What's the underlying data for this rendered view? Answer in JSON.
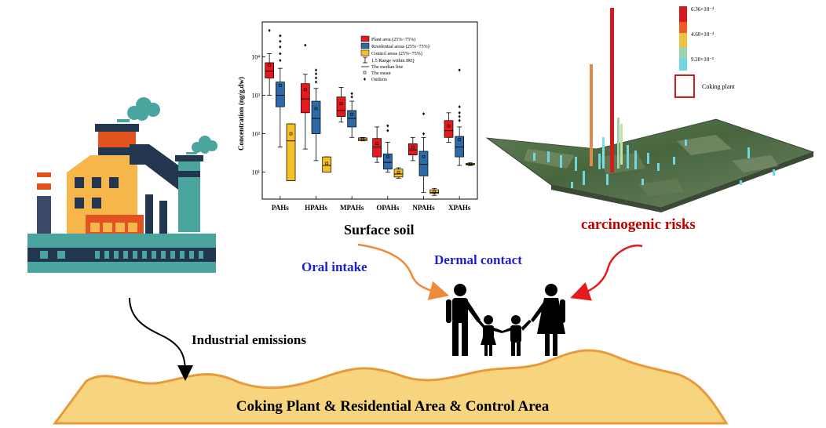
{
  "labels": {
    "surface_soil": "Surface soil",
    "carcinogenic_risks": "carcinogenic risks",
    "oral_intake": "Oral intake",
    "dermal_contact": "Dermal contact",
    "industrial_emissions": "Industrial emissions",
    "area_banner": "Coking Plant & Residential Area & Control Area"
  },
  "colors": {
    "plant": "#e41a1c",
    "residential": "#2c6aa8",
    "control": "#f5c02a",
    "risk_text": "#c00000",
    "pathway_text": "#1f1fd0",
    "ground": "#f7d57e",
    "arrow": "#ef8a3c"
  },
  "risk_legend": {
    "ticks": [
      "6.36×10⁻⁴",
      "4.60×10⁻⁴",
      "9.20×10⁻⁵"
    ],
    "coking_plant_label": "Coking plant"
  },
  "chart_data": {
    "type": "box",
    "ylabel": "Concentration (ng/g,dw)",
    "yscale": "log",
    "ylim": [
      2,
      80000
    ],
    "yticks": [
      "10¹",
      "10²",
      "10³",
      "10⁴"
    ],
    "ytick_values": [
      10,
      100,
      1000,
      10000
    ],
    "categories": [
      "PAHs",
      "HPAHs",
      "MPAHs",
      "OPAHs",
      "NPAHs",
      "XPAHs"
    ],
    "legend": [
      "Plant area (25%~75%)",
      "Residential areas (25%~75%)",
      "Control areas (25%~75%)",
      "1.5 Range within IRQ",
      "The median line",
      "The mean",
      "Outliers"
    ],
    "series": [
      {
        "name": "Plant area (25%~75%)",
        "boxes": [
          {
            "lw": 1000,
            "q1": 2800,
            "med": 4200,
            "q3": 7000,
            "uw": 12000,
            "mean": 6000,
            "out": [
              48000
            ]
          },
          {
            "lw": 40,
            "q1": 350,
            "med": 800,
            "q3": 2000,
            "uw": 3500,
            "mean": 1400,
            "out": [
              20000
            ]
          },
          {
            "lw": 200,
            "q1": 280,
            "med": 400,
            "q3": 900,
            "uw": 1600,
            "mean": 600,
            "out": []
          },
          {
            "lw": 18,
            "q1": 25,
            "med": 45,
            "q3": 75,
            "uw": 150,
            "mean": 55,
            "out": []
          },
          {
            "lw": 20,
            "q1": 28,
            "med": 38,
            "q3": 55,
            "uw": 80,
            "mean": 45,
            "out": []
          },
          {
            "lw": 60,
            "q1": 80,
            "med": 120,
            "q3": 220,
            "uw": 350,
            "mean": 160,
            "out": []
          }
        ]
      },
      {
        "name": "Residential areas (25%~75%)",
        "boxes": [
          {
            "lw": 45,
            "q1": 500,
            "med": 1000,
            "q3": 2200,
            "uw": 5000,
            "mean": 1800,
            "out": [
              8000,
              12000,
              18000,
              25000,
              35000
            ]
          },
          {
            "lw": 20,
            "q1": 100,
            "med": 250,
            "q3": 700,
            "uw": 1500,
            "mean": 450,
            "out": [
              2200,
              2800,
              3600,
              4500
            ]
          },
          {
            "lw": 80,
            "q1": 150,
            "med": 250,
            "q3": 400,
            "uw": 700,
            "mean": 320,
            "out": [
              900,
              1100
            ]
          },
          {
            "lw": 10,
            "q1": 12,
            "med": 18,
            "q3": 30,
            "uw": 60,
            "mean": 25,
            "out": [
              120,
              160
            ]
          },
          {
            "lw": 3,
            "q1": 8,
            "med": 16,
            "q3": 35,
            "uw": 80,
            "mean": 25,
            "out": [
              100,
              330
            ]
          },
          {
            "lw": 15,
            "q1": 25,
            "med": 45,
            "q3": 85,
            "uw": 150,
            "mean": 70,
            "out": [
              220,
              280,
              350,
              500,
              4500
            ]
          }
        ]
      },
      {
        "name": "Control areas (25%~75%)",
        "boxes": [
          {
            "lw": 6,
            "q1": 6,
            "med": 65,
            "q3": 180,
            "uw": 180,
            "mean": 100,
            "out": []
          },
          {
            "lw": 10,
            "q1": 10,
            "med": 15,
            "q3": 25,
            "uw": 25,
            "mean": 17,
            "out": []
          },
          {
            "lw": 65,
            "q1": 66,
            "med": 72,
            "q3": 78,
            "uw": 80,
            "mean": 72,
            "out": []
          },
          {
            "lw": 7,
            "q1": 7.5,
            "med": 9,
            "q3": 12,
            "uw": 13,
            "mean": 10,
            "out": []
          },
          {
            "lw": 2.5,
            "q1": 2.8,
            "med": 3,
            "q3": 3.5,
            "uw": 3.8,
            "mean": 3.1,
            "out": []
          },
          {
            "lw": 15,
            "q1": 15.5,
            "med": 16,
            "q3": 17,
            "uw": 17.5,
            "mean": 16,
            "out": []
          }
        ]
      }
    ]
  }
}
